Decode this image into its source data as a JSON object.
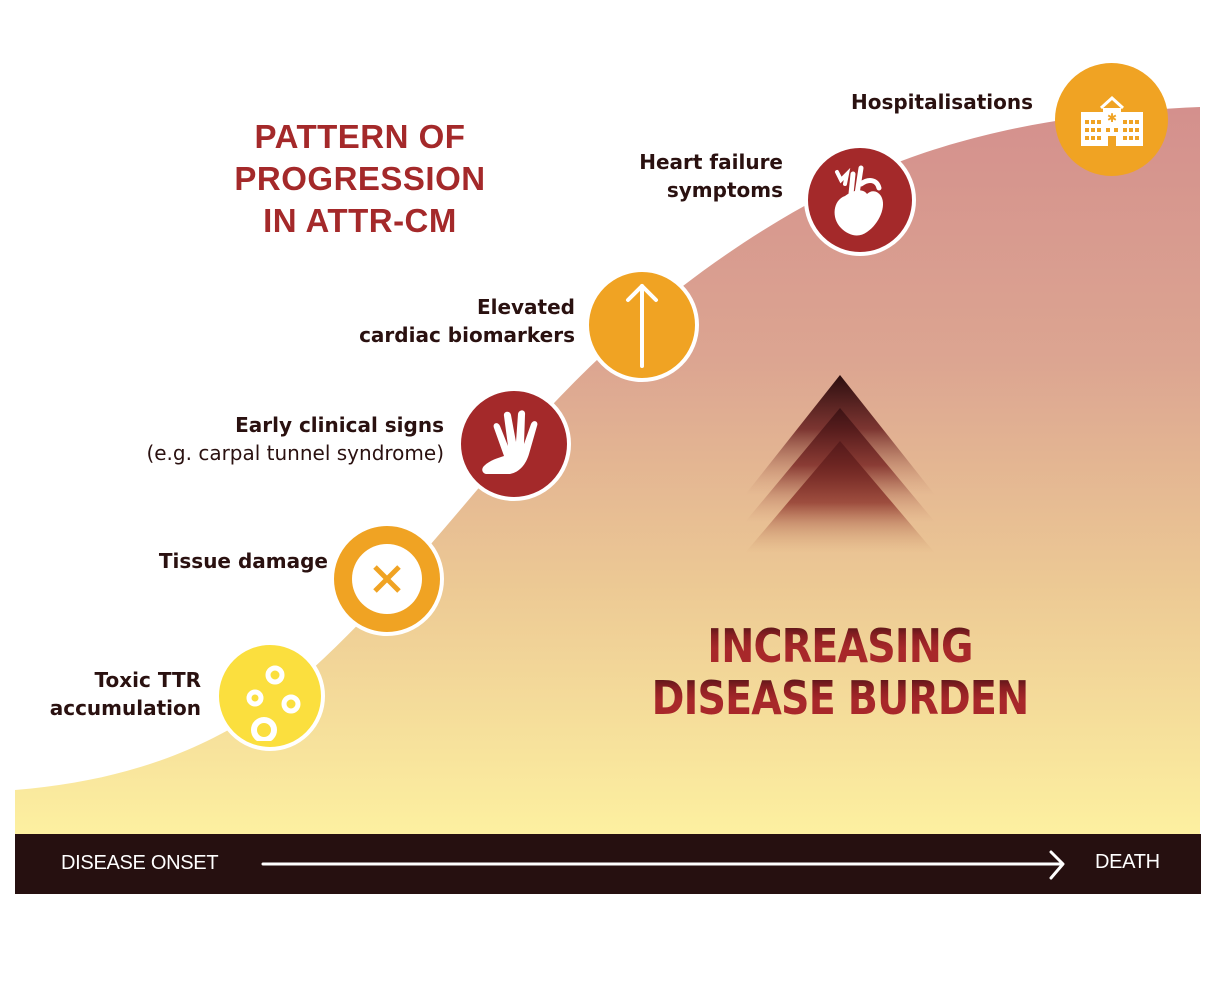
{
  "title": {
    "lines": [
      "PATTERN OF",
      "PROGRESSION",
      "IN ATTR-CM"
    ],
    "color": "#a4292a"
  },
  "stages": [
    {
      "label_lines": [
        "Toxic TTR",
        "accumulation"
      ],
      "icon": "ttr-particles-icon",
      "circle_color": "#fbdf3e"
    },
    {
      "label_lines": [
        "Tissue damage"
      ],
      "icon": "x-mark-icon",
      "circle_color": "#f0a323"
    },
    {
      "label_lines": [
        "Early clinical signs",
        "(e.g. carpal tunnel syndrome)"
      ],
      "icon": "hand-icon",
      "circle_color": "#a4292a"
    },
    {
      "label_lines": [
        "Elevated",
        "cardiac biomarkers"
      ],
      "icon": "up-arrow-icon",
      "circle_color": "#f0a323"
    },
    {
      "label_lines": [
        "Heart failure",
        "symptoms"
      ],
      "icon": "heart-icon",
      "circle_color": "#a4292a"
    },
    {
      "label_lines": [
        "Hospitalisations"
      ],
      "icon": "hospital-icon",
      "circle_color": "#f0a323"
    }
  ],
  "burden": {
    "lines": [
      "INCREASING",
      "DISEASE BURDEN"
    ],
    "icon": "rising-pyramids-icon"
  },
  "timeline": {
    "start_label": "DISEASE ONSET",
    "end_label": "DEATH",
    "bar_color": "#261010"
  },
  "colors": {
    "curve_top": "#d4928e",
    "curve_bottom": "#fdeea0",
    "label_text": "#2a1110"
  }
}
